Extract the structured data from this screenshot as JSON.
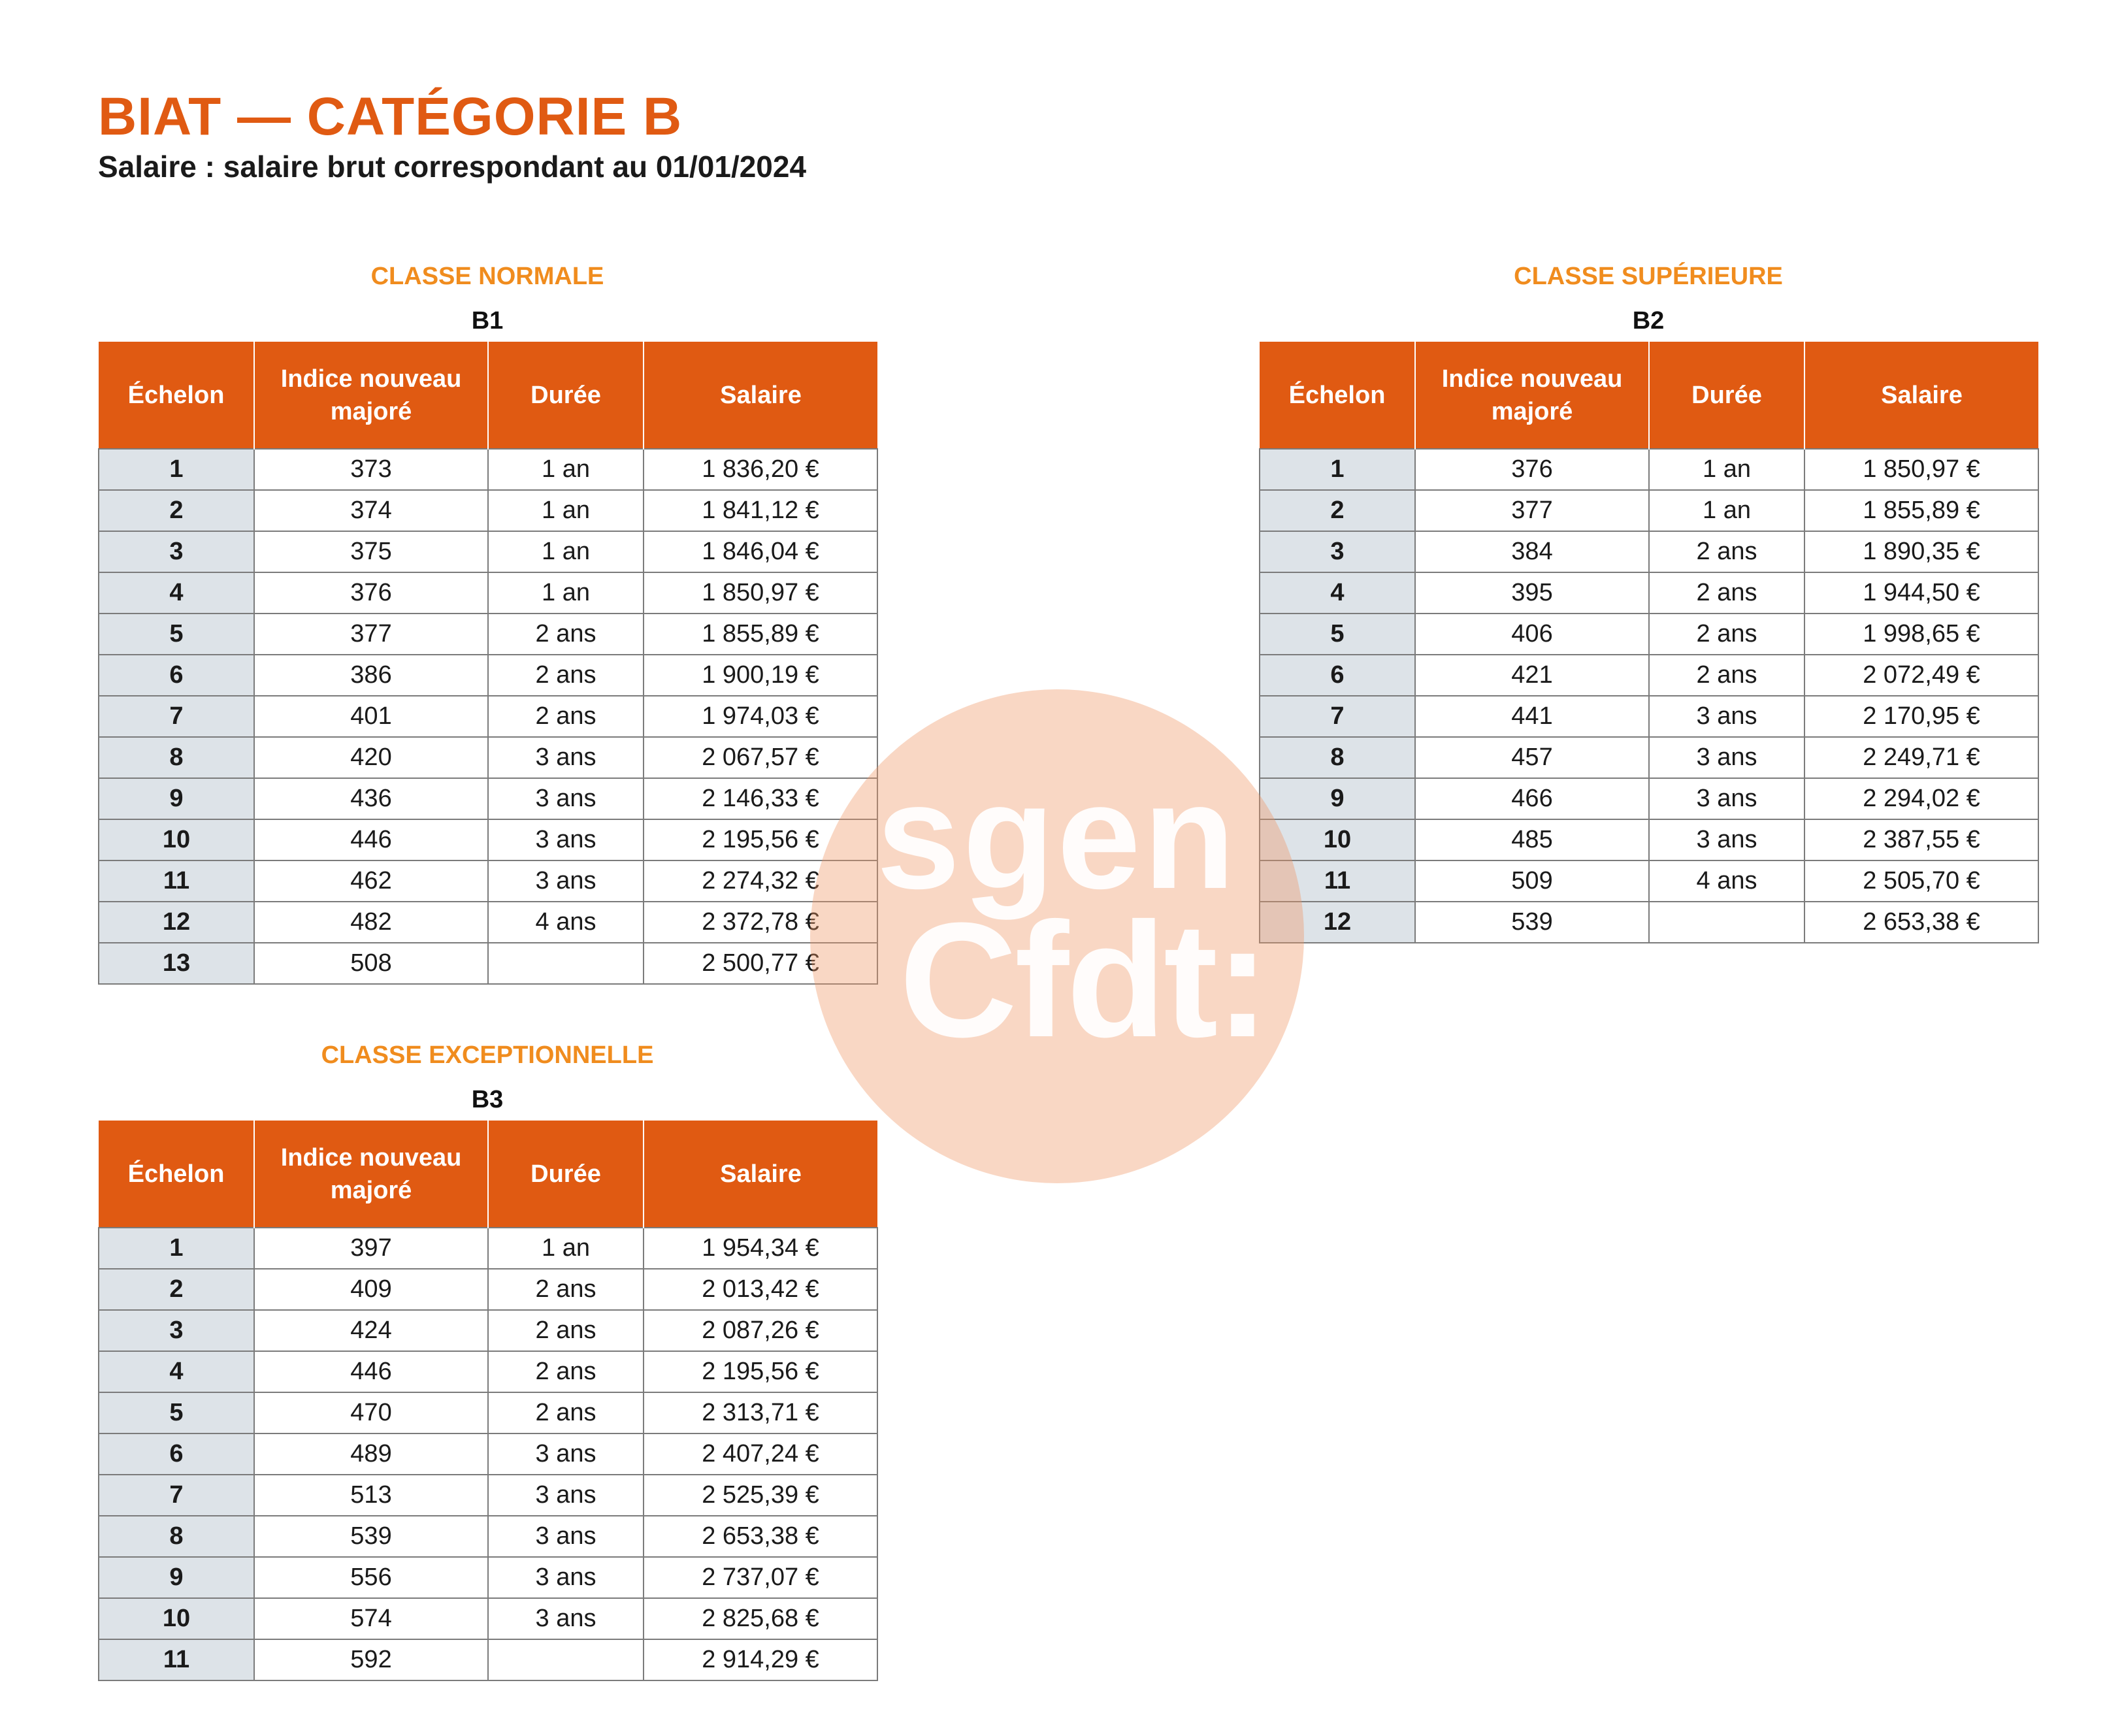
{
  "header": {
    "title": "BIAT — CATÉGORIE B",
    "subtitle": "Salaire : salaire brut correspondant au 01/01/2024"
  },
  "columns": [
    "Échelon",
    "Indice nouveau majoré",
    "Durée",
    "Salaire"
  ],
  "grades": {
    "b1": {
      "class_title": "CLASSE NORMALE",
      "code": "B1",
      "rows": [
        [
          "1",
          "373",
          "1 an",
          "1 836,20 €"
        ],
        [
          "2",
          "374",
          "1 an",
          "1 841,12 €"
        ],
        [
          "3",
          "375",
          "1 an",
          "1 846,04 €"
        ],
        [
          "4",
          "376",
          "1 an",
          "1 850,97 €"
        ],
        [
          "5",
          "377",
          "2 ans",
          "1 855,89 €"
        ],
        [
          "6",
          "386",
          "2 ans",
          "1 900,19 €"
        ],
        [
          "7",
          "401",
          "2 ans",
          "1 974,03 €"
        ],
        [
          "8",
          "420",
          "3 ans",
          "2 067,57 €"
        ],
        [
          "9",
          "436",
          "3 ans",
          "2 146,33 €"
        ],
        [
          "10",
          "446",
          "3 ans",
          "2 195,56 €"
        ],
        [
          "11",
          "462",
          "3 ans",
          "2 274,32 €"
        ],
        [
          "12",
          "482",
          "4 ans",
          "2 372,78 €"
        ],
        [
          "13",
          "508",
          "",
          "2 500,77 €"
        ]
      ]
    },
    "b2": {
      "class_title": "CLASSE SUPÉRIEURE",
      "code": "B2",
      "rows": [
        [
          "1",
          "376",
          "1 an",
          "1 850,97 €"
        ],
        [
          "2",
          "377",
          "1 an",
          "1 855,89 €"
        ],
        [
          "3",
          "384",
          "2 ans",
          "1 890,35 €"
        ],
        [
          "4",
          "395",
          "2 ans",
          "1 944,50 €"
        ],
        [
          "5",
          "406",
          "2 ans",
          "1 998,65 €"
        ],
        [
          "6",
          "421",
          "2 ans",
          "2 072,49 €"
        ],
        [
          "7",
          "441",
          "3 ans",
          "2 170,95 €"
        ],
        [
          "8",
          "457",
          "3 ans",
          "2 249,71 €"
        ],
        [
          "9",
          "466",
          "3 ans",
          "2 294,02 €"
        ],
        [
          "10",
          "485",
          "3 ans",
          "2 387,55 €"
        ],
        [
          "11",
          "509",
          "4 ans",
          "2 505,70 €"
        ],
        [
          "12",
          "539",
          "",
          "2 653,38 €"
        ]
      ]
    },
    "b3": {
      "class_title": "CLASSE EXCEPTIONNELLE",
      "code": "B3",
      "rows": [
        [
          "1",
          "397",
          "1 an",
          "1 954,34 €"
        ],
        [
          "2",
          "409",
          "2 ans",
          "2 013,42 €"
        ],
        [
          "3",
          "424",
          "2 ans",
          "2 087,26 €"
        ],
        [
          "4",
          "446",
          "2 ans",
          "2 195,56 €"
        ],
        [
          "5",
          "470",
          "2 ans",
          "2 313,71 €"
        ],
        [
          "6",
          "489",
          "3 ans",
          "2 407,24 €"
        ],
        [
          "7",
          "513",
          "3 ans",
          "2 525,39 €"
        ],
        [
          "8",
          "539",
          "3 ans",
          "2 653,38 €"
        ],
        [
          "9",
          "556",
          "3 ans",
          "2 737,07 €"
        ],
        [
          "10",
          "574",
          "3 ans",
          "2 825,68 €"
        ],
        [
          "11",
          "592",
          "",
          "2 914,29 €"
        ]
      ]
    }
  },
  "watermark": {
    "line1": "sgen",
    "line2": "Cfdt:"
  },
  "colors": {
    "header_bg": "#e05a12",
    "title_orange": "#e05a12",
    "class_title_orange": "#f08c1e",
    "echelon_cell_bg": "#dde3e8",
    "watermark_fill": "#f5c9b0"
  }
}
